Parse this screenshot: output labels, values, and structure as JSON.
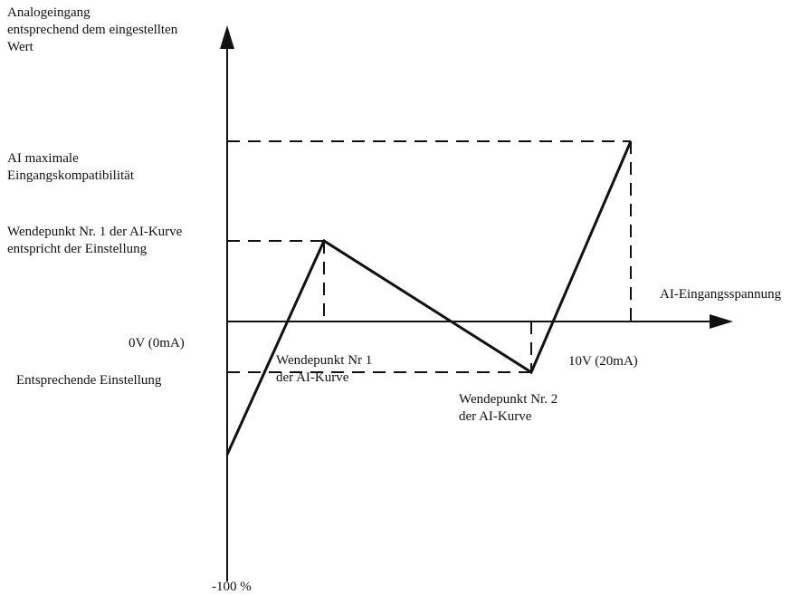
{
  "y_axis_label": [
    "Analogeingang",
    "entsprechend dem eingestellten",
    "Wert"
  ],
  "max_compat_label": [
    "AI maximale",
    "Eingangskompatibilität"
  ],
  "inflection1_setting_label": [
    "Wendepunkt Nr. 1 der AI-Kurve",
    "entspricht der Einstellung"
  ],
  "x_axis_label": "AI-Eingangsspannung",
  "origin_label": "0V (0mA)",
  "corresponding_setting_label": "Entsprechende Einstellung",
  "inflection1_label": [
    "Wendepunkt Nr 1",
    "der AI-Kurve"
  ],
  "voltage_max_label": "10V (20mA)",
  "inflection2_label": [
    "Wendepunkt Nr. 2",
    "der AI-Kurve"
  ],
  "min_label": "-100 %",
  "colors": {
    "line": "#111111",
    "background": "#ffffff"
  }
}
